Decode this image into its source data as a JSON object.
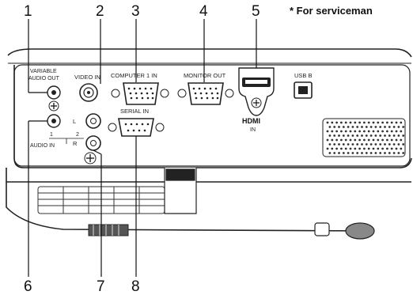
{
  "callouts": {
    "n1": "1",
    "n2": "2",
    "n3": "3",
    "n4": "4",
    "n5": "5",
    "n6": "6",
    "n7": "7",
    "n8": "8"
  },
  "note": "* For serviceman",
  "ports": {
    "variable_audio_out_line1": "VARIABLE",
    "variable_audio_out_line2": "AUDIO OUT",
    "video_in": "VIDEO IN",
    "computer_1_in": "COMPUTER 1 IN",
    "monitor_out": "MONITOR OUT",
    "usb_b": "USB B",
    "serial_in": "SERIAL IN",
    "audio_in": "AUDIO IN",
    "audio_in_1": "1",
    "audio_in_2": "2",
    "left": "L",
    "right": "R",
    "hdmi_logo": "HDMI",
    "hdmi_in": "IN"
  }
}
